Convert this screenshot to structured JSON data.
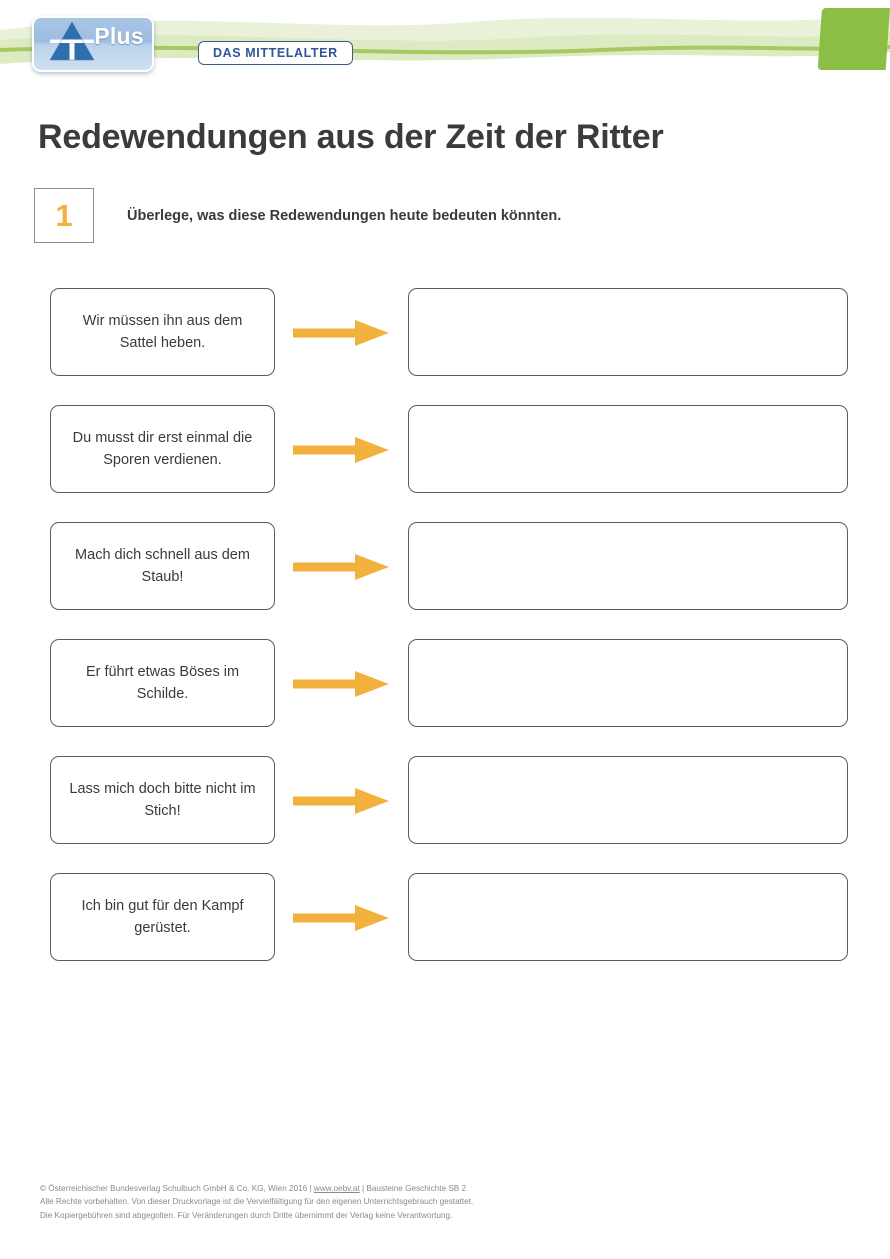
{
  "header": {
    "logo_text": "Plus",
    "logo_icon": "triangle-pyramid-icon",
    "chapter_tab": "DAS MITTELALTER"
  },
  "title": "Redewendungen aus der Zeit der Ritter",
  "task": {
    "number": "1",
    "instruction": "Überlege, was diese Redewendungen heute bedeuten könnten."
  },
  "exercises": [
    {
      "phrase": "Wir müssen ihn aus dem Sattel heben.",
      "answer": ""
    },
    {
      "phrase": "Du musst dir erst einmal die Sporen verdienen.",
      "answer": ""
    },
    {
      "phrase": "Mach dich schnell aus dem Staub!",
      "answer": ""
    },
    {
      "phrase": "Er führt etwas Böses im Schilde.",
      "answer": ""
    },
    {
      "phrase": "Lass mich doch bitte nicht im Stich!",
      "answer": ""
    },
    {
      "phrase": "Ich bin gut für den Kampf gerüstet.",
      "answer": ""
    }
  ],
  "footer": {
    "line1_before_link": "© Österreichischer Bundesverlag Schulbuch GmbH & Co. KG, Wien 2016 | ",
    "link": "www.oebv.at",
    "line1_after_link": " | Bausteine Geschichte SB 2",
    "line2": "Alle Rechte vorbehalten. Von dieser Druckvorlage ist die Vervielfältigung für den eigenen Unterrichtsgebrauch gestattet.",
    "line3": "Die Kopiergebühren sind abgegolten. Für Veränderungen durch Dritte übernimmt der Verlag keine Verantwortung."
  },
  "colors": {
    "accent_orange": "#f2b13c",
    "banner_green": "#8cbd44",
    "tab_blue": "#2f5596",
    "text_dark": "#3a3a3a"
  }
}
